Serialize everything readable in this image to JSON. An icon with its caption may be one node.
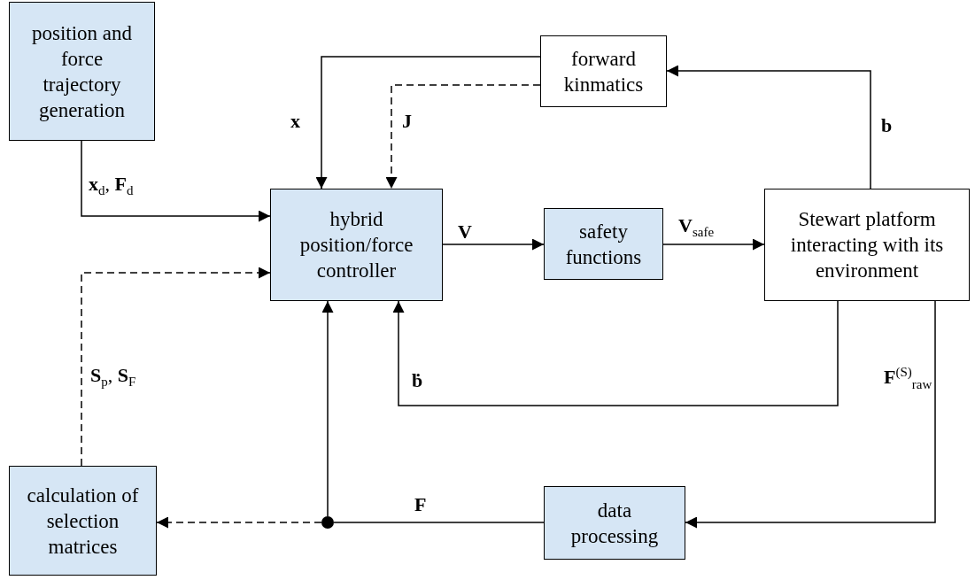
{
  "diagram": {
    "nodes": [
      {
        "text": [
          "position and force trajectory generation"
        ]
      },
      {
        "text": [
          "forward kinmatics"
        ]
      },
      {
        "text": [
          "hybrid position/force controller"
        ]
      },
      {
        "text": [
          "safety functions"
        ]
      },
      {
        "text": [
          "Stewart platform interacting with its environment"
        ]
      },
      {
        "text": [
          "calculation of selection matrices"
        ]
      },
      {
        "text": [
          "data processing"
        ]
      },
      {
        "text": [],
        "shape": "circle"
      }
    ],
    "edges": [
      {
        "from": 0,
        "to": 2,
        "arrow": "to",
        "label": "**x**$_{d}$, **F**$_{d}$"
      },
      {
        "from": 1,
        "to": 2,
        "arrow": "to",
        "label": "x"
      },
      {
        "from": 1,
        "to": 2,
        "arrow": "to",
        "label": "J",
        "style": "dashed"
      },
      {
        "from": 2,
        "to": 3,
        "arrow": "to",
        "label": "V"
      },
      {
        "from": 3,
        "to": 4,
        "arrow": "to",
        "label": "**V**$_{safe}$"
      },
      {
        "from": 4,
        "to": 1,
        "arrow": "to",
        "label": "b"
      },
      {
        "from": 4,
        "to": 2,
        "arrow": "to",
        "label": "ḃ"
      },
      {
        "from": 4,
        "to": 6,
        "arrow": "to",
        "label": "**F**$^{(S)}$$_{raw}$"
      },
      {
        "from": 6,
        "to": 7,
        "arrow": "none",
        "label": "F"
      },
      {
        "from": 7,
        "to": 2,
        "arrow": "to"
      },
      {
        "from": 7,
        "to": 5,
        "arrow": "to",
        "style": "dashed"
      },
      {
        "from": 5,
        "to": 2,
        "arrow": "to",
        "label": "**S**$_{p}$, **S**$_{F}$",
        "style": "dashed"
      }
    ]
  }
}
